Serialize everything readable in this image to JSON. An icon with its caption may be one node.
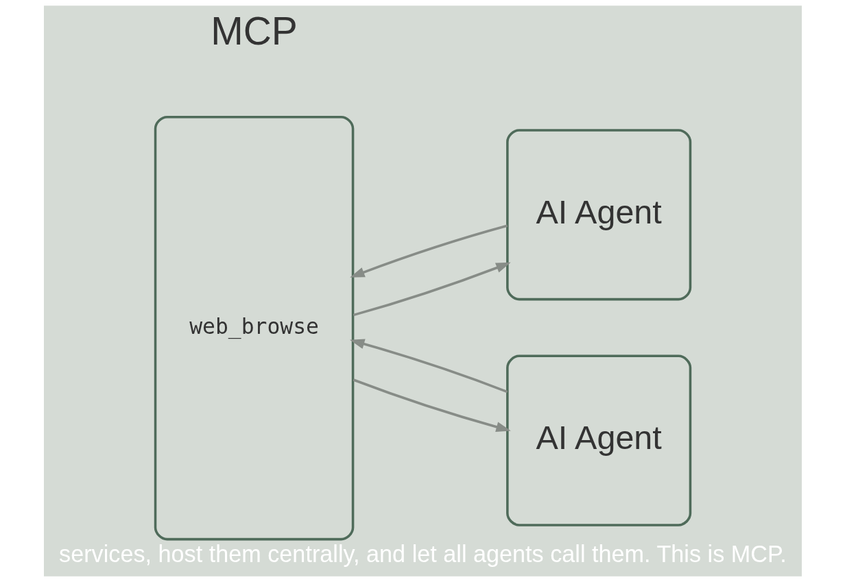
{
  "diagram": {
    "caption": "services, host them centrally, and let all agents call them. This is MCP.",
    "nodes": [
      {
        "text": [
          "web_browse"
        ]
      },
      {
        "text": [
          "AI Agent"
        ]
      },
      {
        "text": [
          "AI Agent"
        ]
      }
    ],
    "edges": [
      {
        "from": 1,
        "to": 0,
        "arrow": "to"
      },
      {
        "from": 0,
        "to": 1,
        "arrow": "to"
      },
      {
        "from": 2,
        "to": 0,
        "arrow": "to"
      },
      {
        "from": 0,
        "to": 2,
        "arrow": "to"
      }
    ],
    "labels": [
      "MCP"
    ]
  }
}
